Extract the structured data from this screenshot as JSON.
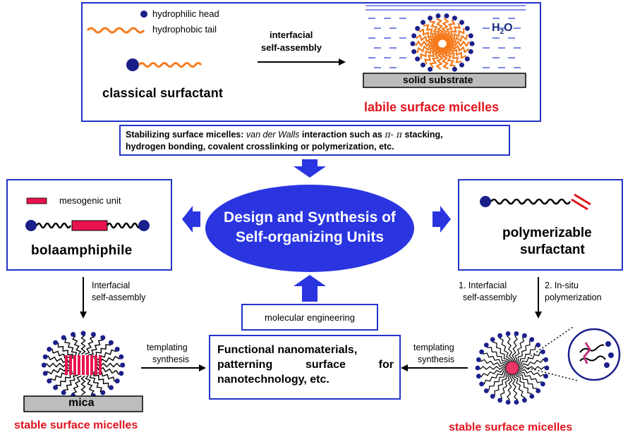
{
  "top_panel": {
    "legend_head": "hydrophilic head",
    "legend_tail": "hydrophobic tail",
    "arrow_label_1": "interfacial",
    "arrow_label_2": "self-assembly",
    "classical": "classical surfactant",
    "h2o_H": "H",
    "h2o_sub": "2",
    "h2o_O": "O",
    "substrate": "solid substrate",
    "labile": "labile surface micelles"
  },
  "stabilizing": {
    "lead": "Stabilizing surface micelles:",
    "italic": "van der Walls",
    "rest1": "interaction such as",
    "pi": "π- π",
    "rest2": "stacking,",
    "line2": "hydrogen bonding, covalent crosslinking or polymerization, etc."
  },
  "center": {
    "line1": "Design and Synthesis of",
    "line2": "Self-organizing Units"
  },
  "left_panel": {
    "mesogenic": "mesogenic unit",
    "bola": "bolaamphiphile"
  },
  "right_panel": {
    "poly1": "polymerizable",
    "poly2": "surfactant"
  },
  "left_flow": {
    "label1": "Interfacial",
    "label2": "self-assembly",
    "mica": "mica",
    "stable": "stable surface micelles",
    "templ1": "templating",
    "templ2": "synthesis"
  },
  "right_flow": {
    "step1a": "1. Interfacial",
    "step1b": "self-assembly",
    "step2a": "2. In-situ",
    "step2b": "polymerization",
    "stable": "stable surface micelles",
    "templ1": "templating",
    "templ2": "synthesis"
  },
  "molecular": "molecular engineering",
  "functional": {
    "line1": "Functional nanomaterials,",
    "line2a": "patterning",
    "line2b": "surface",
    "line2c": "for",
    "line3": "nanotechnology, etc."
  },
  "colors": {
    "frame": "#2233c8",
    "ellipse": "#2a35e0",
    "tail": "#f57a1c",
    "head": "#1b1f8a",
    "accent_red": "#e0141e",
    "mesogen": "#e8134d"
  }
}
